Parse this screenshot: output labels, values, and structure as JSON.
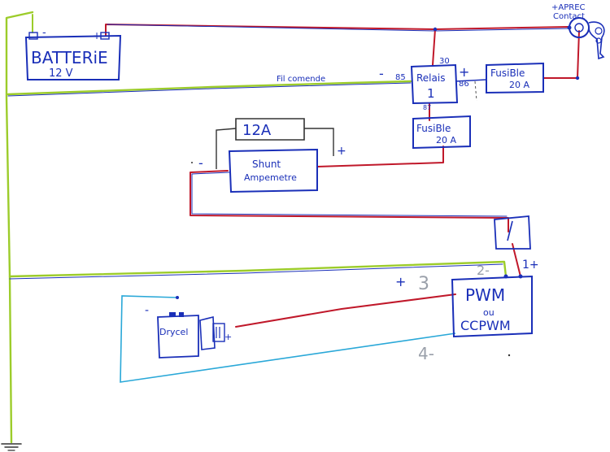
{
  "battery": {
    "name": "BATTERiE",
    "voltage": "12 V",
    "neg": "-",
    "pos": "+"
  },
  "key_switch": {
    "label_line1": "+APREC",
    "label_line2": "Contact"
  },
  "relay": {
    "name_line1": "Relais",
    "name_line2": "1",
    "pin30": "30",
    "pin85": "85",
    "pin86": "86",
    "pin87": "87",
    "minus": "-",
    "plus": "+"
  },
  "control_wire_label": "Fil comende",
  "fuse_top": {
    "name": "FusiBle",
    "rating": "20 A"
  },
  "fuse_mid": {
    "name": "FusiBle",
    "rating": "20 A"
  },
  "ammeter_box": {
    "label": "12A"
  },
  "shunt": {
    "line1": "Shunt",
    "line2": "Ampemetre",
    "minus": "-",
    "plus": "+"
  },
  "pwm": {
    "line1": "PWM",
    "line2": "ou",
    "line3": "CCPWM"
  },
  "pwm_terminals": {
    "t1": "1+",
    "t2": "2-",
    "t3_plus": "+",
    "t3": "3",
    "t4": "4-"
  },
  "drycel": {
    "name": "Drycel",
    "minus": "-",
    "plus": "+"
  },
  "colors": {
    "red": "#c0182a",
    "blue": "#1a2fb8",
    "green": "#9ccc2a",
    "cyan": "#2aa8d8",
    "dark": "#333333"
  }
}
